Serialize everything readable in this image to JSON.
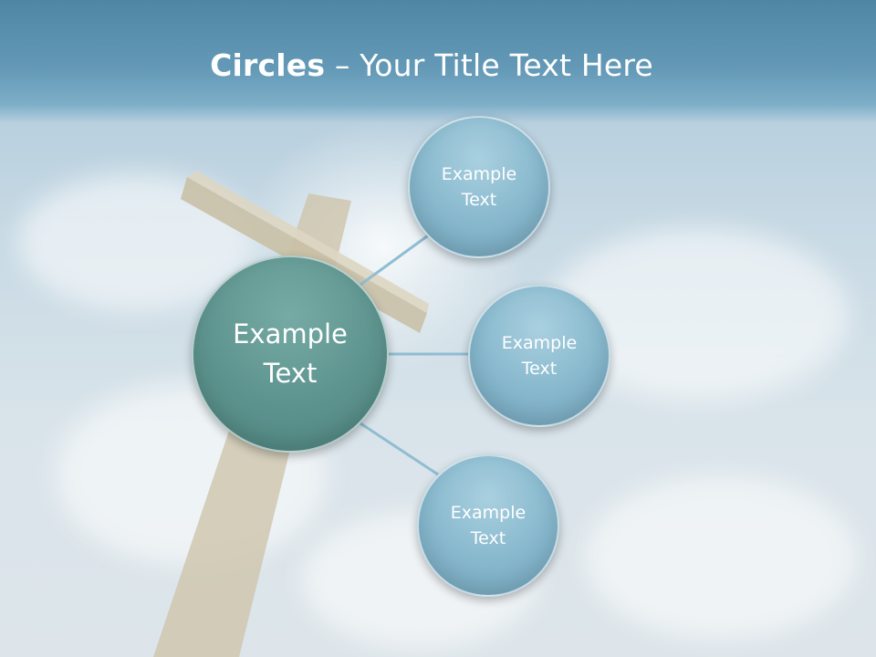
{
  "slide": {
    "title_bold": "Circles",
    "title_rest": " – Your Title Text Here"
  },
  "diagram": {
    "center": {
      "label": "Example Text"
    },
    "satellites": [
      {
        "label": "Example Text"
      },
      {
        "label": "Example Text"
      },
      {
        "label": "Example Text"
      }
    ]
  },
  "colors": {
    "title_band": "#5b93b1",
    "center_circle": "#5d938e",
    "satellite_circle": "#86b7cc",
    "connector": "#8fbdd2",
    "cross_wood": "#c8c0a8"
  }
}
